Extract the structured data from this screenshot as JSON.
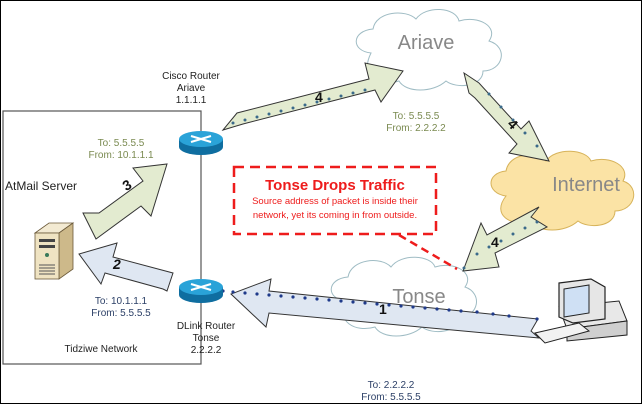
{
  "diagram": {
    "title": "Tonse Drops Traffic",
    "network_box": {
      "label": "Tidziwe Network"
    },
    "nodes": {
      "server": {
        "label": "AtMail Server"
      },
      "cisco_router": {
        "line1": "Cisco Router",
        "line2": "Ariave",
        "ip": "1.1.1.1"
      },
      "dlink_router": {
        "line1": "DLink Router",
        "line2": "Tonse",
        "ip": "2.2.2.2"
      },
      "cloud_ariave": {
        "label": "Ariave"
      },
      "cloud_internet": {
        "label": "Internet"
      },
      "cloud_tonse": {
        "label": "Tonse"
      },
      "client_pc": {
        "label": ""
      }
    },
    "arrows": [
      {
        "step": "1",
        "to": "To: 2.2.2.2",
        "from": "From: 5.5.5.5"
      },
      {
        "step": "2",
        "to": "To: 10.1.1.1",
        "from": "From: 5.5.5.5"
      },
      {
        "step": "3",
        "to": "To: 5.5.5.5",
        "from": "From: 10.1.1.1"
      },
      {
        "step": "4",
        "to": "To: 5.5.5.5",
        "from": "From: 2.2.2.2"
      }
    ],
    "callout": {
      "title": "Tonse Drops Traffic",
      "line1": "Source address of packet is inside their",
      "line2": "network, yet its coming in from outside."
    },
    "colors": {
      "callout_red": "#ee1c1c",
      "outbound_arrow_fill": "#e3ebd0",
      "inbound_arrow_fill": "#dfe7f2",
      "internet_cloud_fill": "#fbe3a5",
      "router_blue": "#1f8fc4",
      "green_text": "#7a8a50",
      "navy_text": "#2b3f66"
    }
  }
}
